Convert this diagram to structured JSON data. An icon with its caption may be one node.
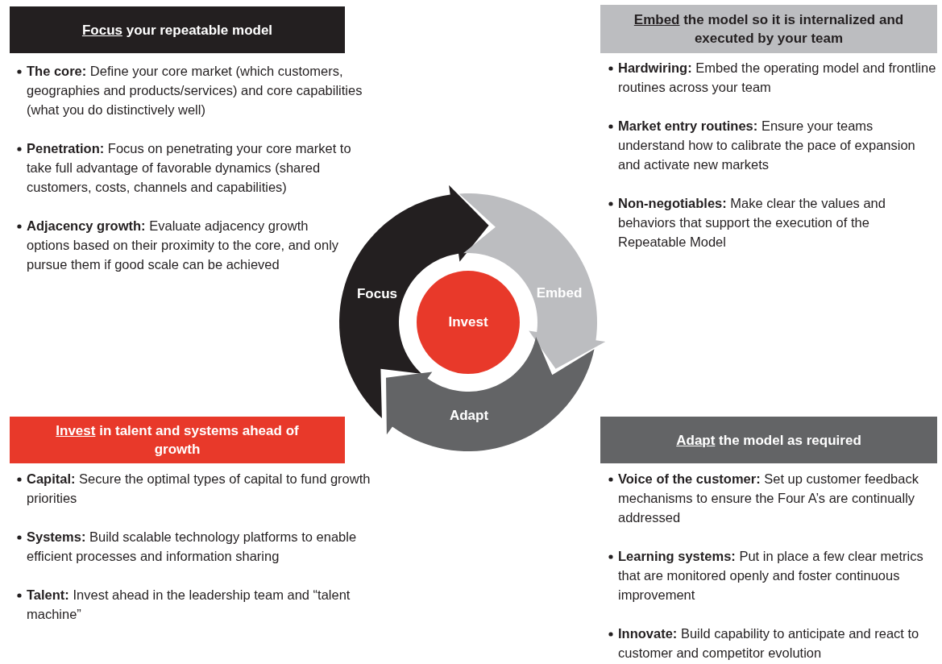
{
  "diagram": {
    "nodes": [
      {
        "text": [
          "Focus your repeatable model"
        ]
      },
      {
        "text": [
          "Embed the model so it is internalized and executed by your team"
        ]
      },
      {
        "text": [
          "Invest in talent and systems ahead of growth"
        ]
      },
      {
        "text": [
          "Adapt the model as required"
        ]
      },
      {
        "text": [
          "Focus"
        ]
      },
      {
        "text": [
          "Embed"
        ]
      },
      {
        "text": [
          "Adapt"
        ]
      },
      {
        "text": [
          "Invest"
        ]
      }
    ],
    "labels": [
      "**The core:** Define your core market (which customers, geographies and products/services) and core capabilities (what you do distinctively well)",
      "**Penetration:** Focus on penetrating your core market to take full advantage of favorable dynamics (shared customers, costs, channels and capabilities)",
      "**Adjacency growth:** Evaluate adjacency growth options based on their proximity to the core, and only pursue them if good scale can be achieved",
      "**Hardwiring:** Embed the operating model and frontline routines across your team",
      "**Market entry routines:** Ensure your teams understand how to calibrate the pace of expansion and activate new markets",
      "**Non-negotiables:** Make clear the values and behaviors that support the execution of the Repeatable Model",
      "**Capital:** Secure the optimal types of capital to fund growth priorities",
      "**Systems:** Build scalable technology platforms to enable efficient processes and information sharing",
      "**Talent:** Invest ahead in the leadership team and “talent machine”",
      "**Voice of the customer:** Set up customer feedback mechanisms to ensure the Four A’s are continually addressed",
      "**Learning systems:** Put in place a few clear metrics that are monitored openly and foster continuous improvement",
      "**Innovate:** Build capability to anticipate and react to customer and competitor evolution"
    ]
  }
}
